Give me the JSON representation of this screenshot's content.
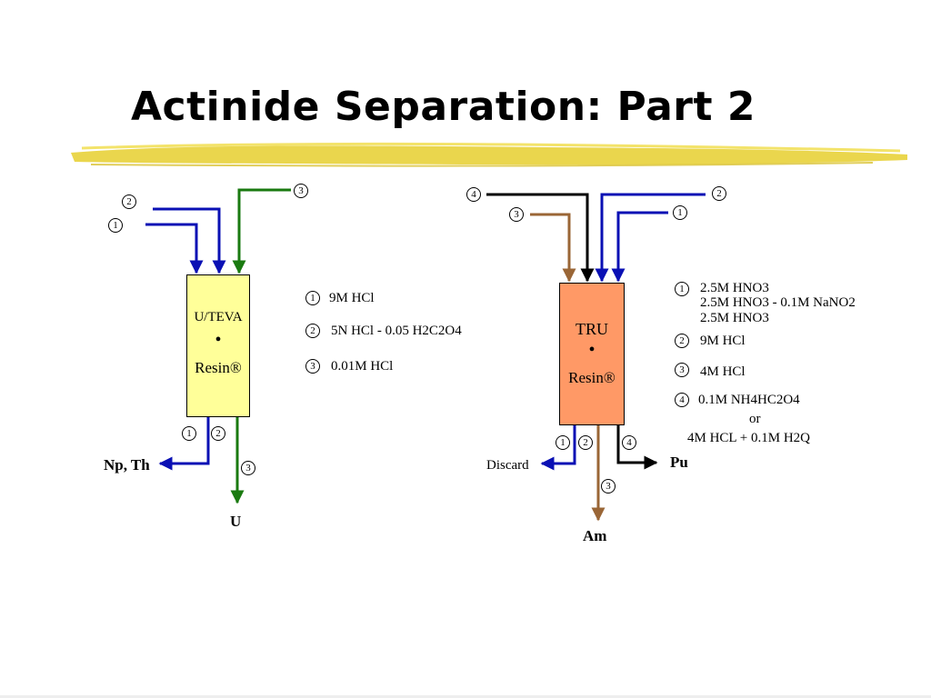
{
  "title": "Actinide Separation: Part 2",
  "colors": {
    "highlight": "#e8d23a",
    "blue": "#0a10b4",
    "green": "#1a7a10",
    "brown": "#9a6636",
    "black": "#000000",
    "uteva_fill": "#ffff99",
    "tru_fill": "#ff9966"
  },
  "left_column": {
    "resin_top": "U/TEVA",
    "resin_dot": "•",
    "resin_bottom": "Resin®",
    "inlet_numbers": [
      "2",
      "1",
      "3"
    ],
    "outlet_numbers": [
      "1",
      "2",
      "3"
    ],
    "outputs": {
      "np_th": "Np, Th",
      "u": "U"
    },
    "legend": [
      {
        "num": "1",
        "text": "9M HCl"
      },
      {
        "num": "2",
        "text": "5N HCl - 0.05 H2C2O4"
      },
      {
        "num": "3",
        "text": "0.01M HCl"
      }
    ]
  },
  "right_column": {
    "resin_top": "TRU",
    "resin_dot": "•",
    "resin_bottom": "Resin®",
    "inlet_numbers": [
      "4",
      "3",
      "2",
      "1"
    ],
    "outlet_numbers": [
      "1",
      "2",
      "4",
      "3"
    ],
    "outputs": {
      "discard": "Discard",
      "pu": "Pu",
      "am": "Am"
    },
    "legend": [
      {
        "num": "1",
        "lines": [
          "2.5M HNO3",
          "2.5M HNO3 - 0.1M NaNO2",
          "2.5M HNO3"
        ]
      },
      {
        "num": "2",
        "lines": [
          "9M HCl"
        ]
      },
      {
        "num": "3",
        "lines": [
          "4M HCl"
        ]
      },
      {
        "num": "4",
        "lines": [
          "0.1M NH4HC2O4",
          "or",
          "4M HCL + 0.1M H2Q"
        ]
      }
    ]
  }
}
